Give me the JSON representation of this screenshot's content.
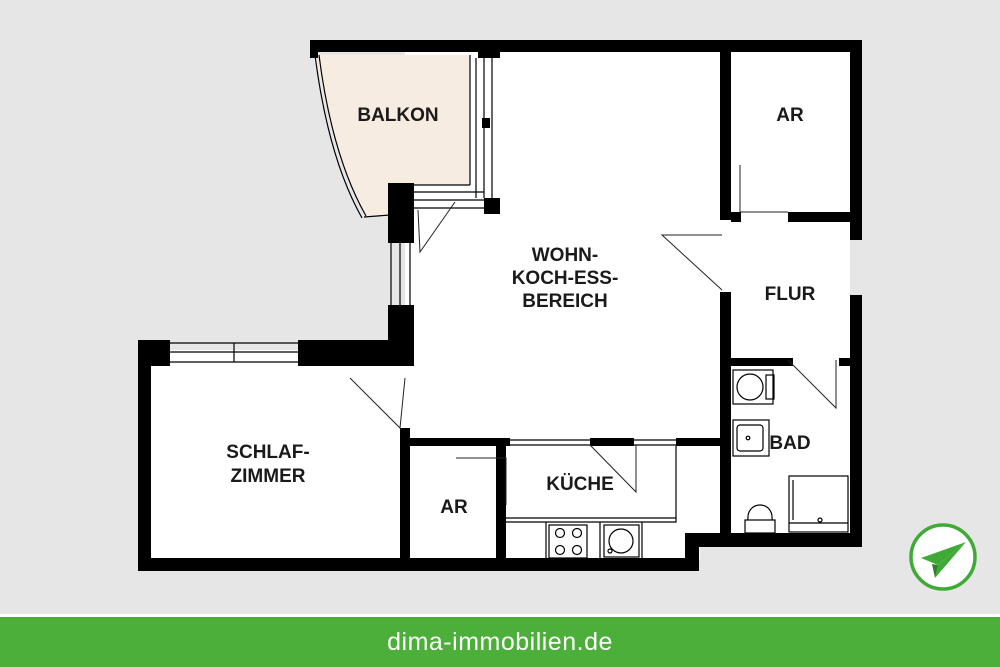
{
  "rooms": {
    "balkon": "BALKON",
    "ar_top": "AR",
    "wohn_line1": "WOHN-",
    "wohn_line2": "KOCH-ESS-",
    "wohn_line3": "BEREICH",
    "flur": "FLUR",
    "bad": "BAD",
    "schlaf_line1": "SCHLAF-",
    "schlaf_line2": "ZIMMER",
    "ar_bottom": "AR",
    "kueche": "KÜCHE"
  },
  "footer": {
    "website": "dima-immobilien.de"
  },
  "colors": {
    "background": "#e6e6e6",
    "balcony_fill": "#f7ece2",
    "footer_green": "#4caf3a",
    "logo_green": "#3faa35"
  },
  "icons": {
    "logo": "paper-plane-logo-icon"
  }
}
